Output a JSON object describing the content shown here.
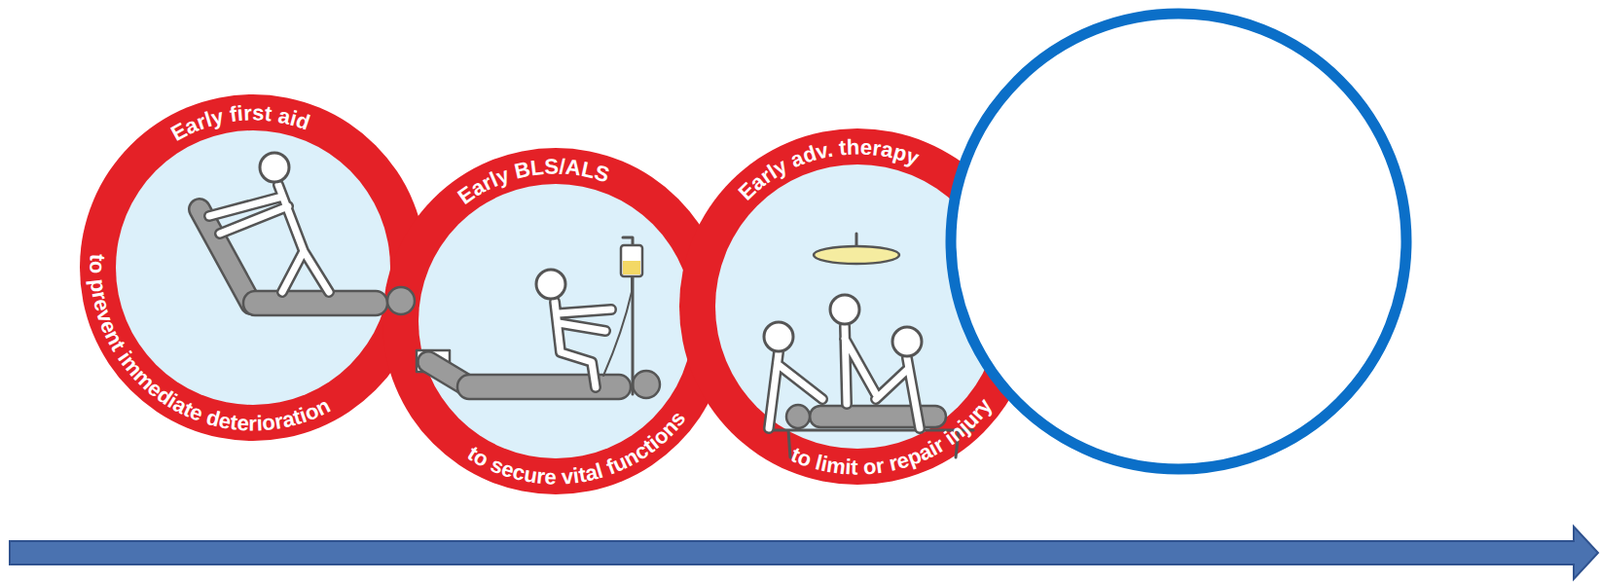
{
  "diagram": {
    "nodes": [
      {
        "text": [
          "Early first aid",
          "to prevent immediate deterioration"
        ]
      },
      {
        "text": [
          "Early BLS/ALS",
          "to secure vital functions"
        ]
      },
      {
        "text": [
          "Early adv. therapy",
          "to limit or repair injury"
        ]
      }
    ]
  }
}
